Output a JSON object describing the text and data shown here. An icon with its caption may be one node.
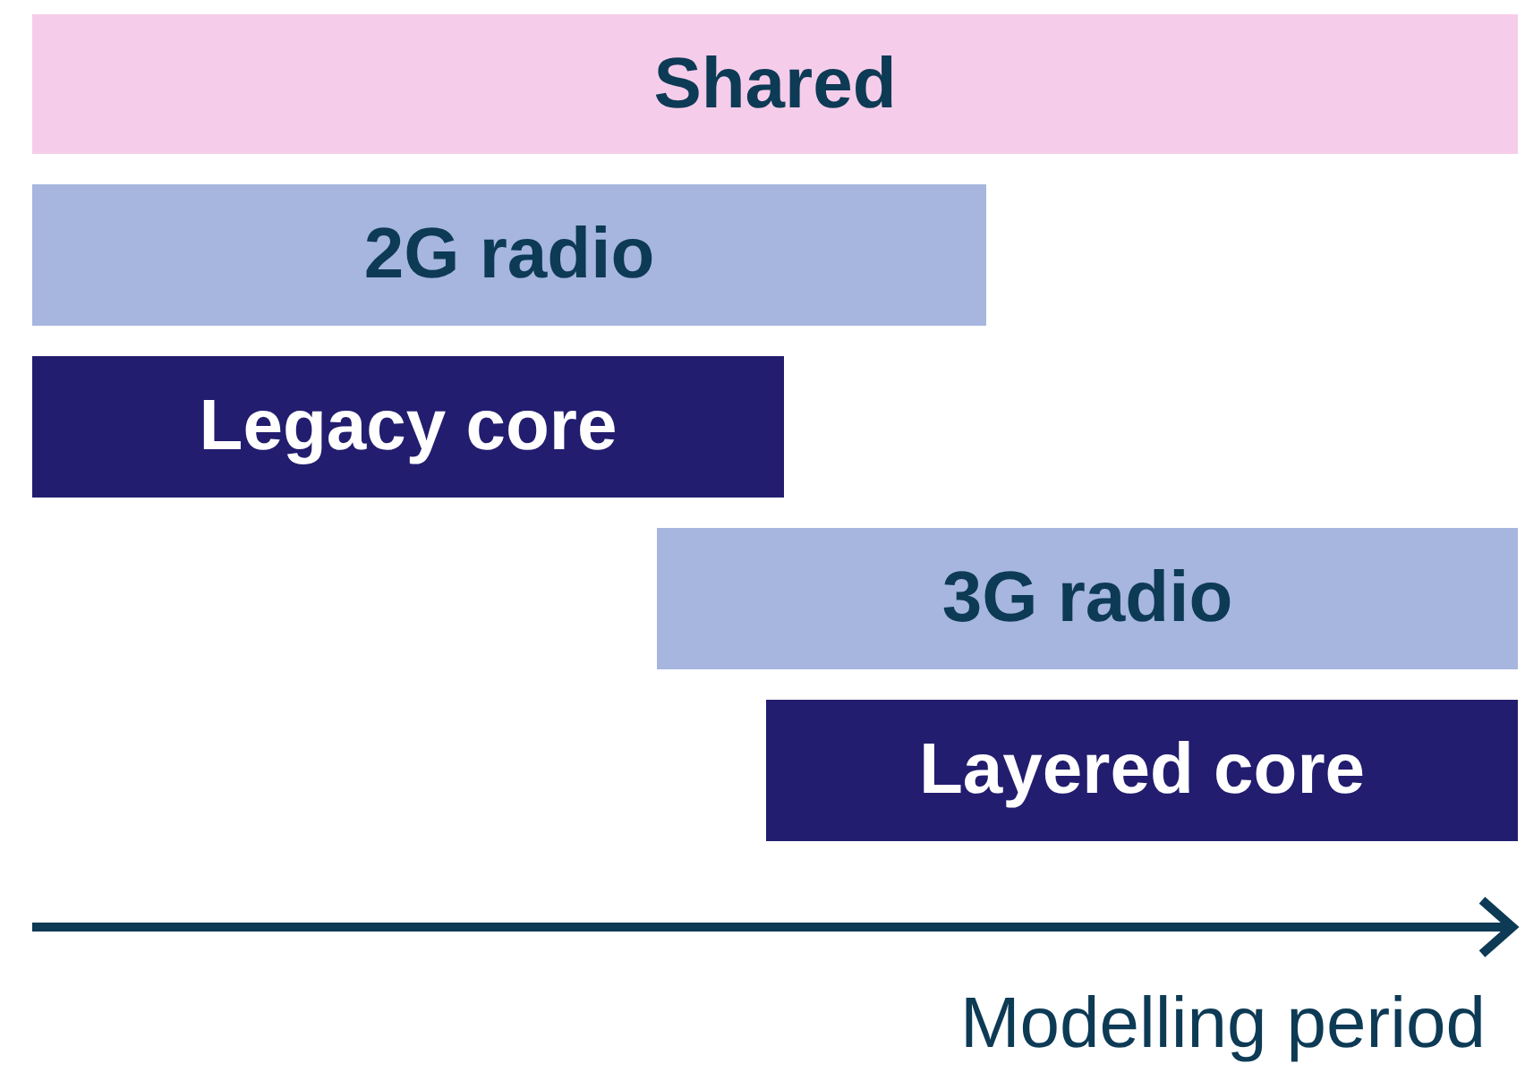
{
  "diagram": {
    "nodes": [
      {
        "text": [
          "Shared"
        ]
      },
      {
        "text": [
          "2G radio"
        ]
      },
      {
        "text": [
          "Legacy core"
        ]
      },
      {
        "text": [
          "3G radio"
        ]
      },
      {
        "text": [
          "Layered core"
        ]
      }
    ],
    "labels": [
      "Modelling period"
    ]
  }
}
